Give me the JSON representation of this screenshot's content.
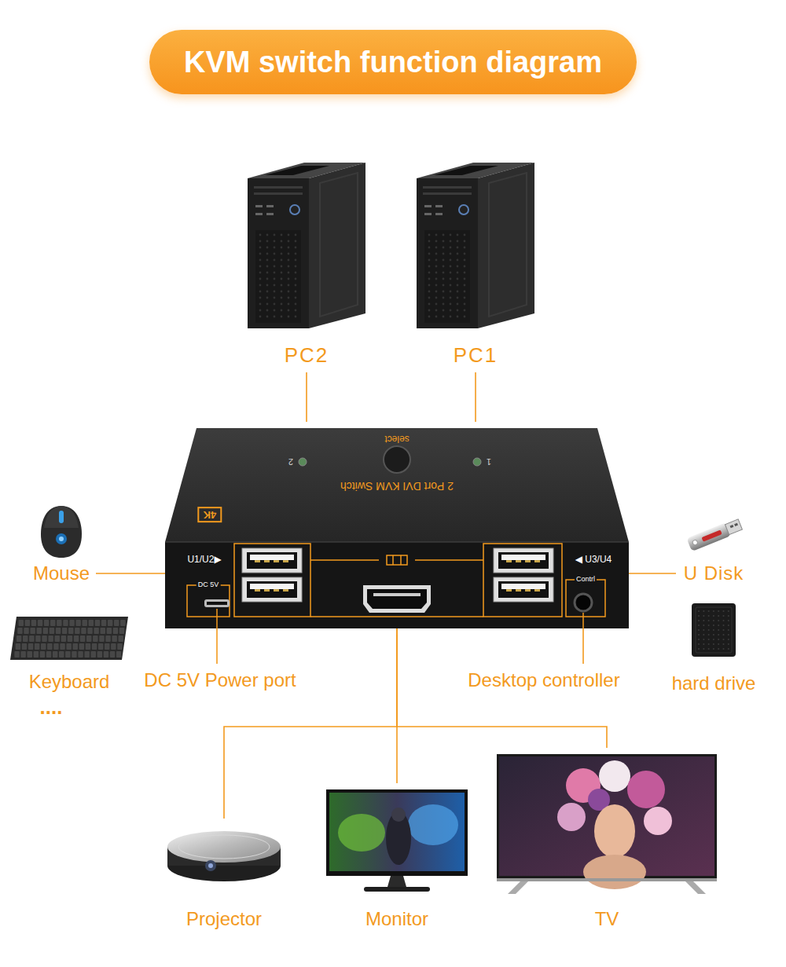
{
  "diagram": {
    "title": "KVM switch function diagram",
    "nodes": [
      {
        "text": [
          "PC2"
        ]
      },
      {
        "text": [
          "PC1"
        ]
      },
      {
        "text": [
          "select",
          "2",
          "1",
          "2 Port DVI KVM Switch",
          "4K",
          "U1/U2▶",
          "◀ U3/U4",
          "DC 5V",
          "Contrl"
        ]
      },
      {
        "text": [
          "Mouse"
        ]
      },
      {
        "text": [
          "U Disk"
        ]
      },
      {
        "text": [
          "Keyboard"
        ]
      },
      {
        "text": [
          "hard drive"
        ]
      },
      {
        "text": [
          "Projector"
        ]
      },
      {
        "text": [
          "Monitor"
        ]
      },
      {
        "text": [
          "TV"
        ]
      }
    ],
    "edges": [
      {
        "from": 0,
        "to": 2,
        "arrow": "none"
      },
      {
        "from": 1,
        "to": 2,
        "arrow": "none"
      },
      {
        "from": 3,
        "to": 2,
        "arrow": "none"
      },
      {
        "from": 4,
        "to": 2,
        "arrow": "none"
      },
      {
        "from": 2,
        "to": 7,
        "arrow": "none"
      },
      {
        "from": 2,
        "to": 8,
        "arrow": "none"
      },
      {
        "from": 2,
        "to": 9,
        "arrow": "none"
      }
    ],
    "labels": [
      "....",
      "DC 5V Power port",
      "Desktop controller"
    ]
  }
}
